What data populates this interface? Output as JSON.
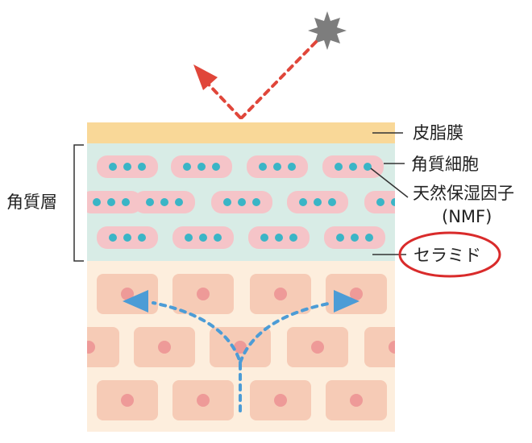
{
  "labels": {
    "sebum_film": "皮脂膜",
    "corneocyte": "角質細胞",
    "nmf_line1": "天然保湿因子",
    "nmf_line2": "(NMF)",
    "ceramide": "セラミド",
    "stratum_corneum": "角質層"
  },
  "colors": {
    "sebum": "#f9d898",
    "corneum_bg": "#d8ece6",
    "corneocyte_fill": "#f5c4c8",
    "nmf_dot": "#3ab5c6",
    "epidermis_bg": "#fdeedd",
    "cell_fill": "#f6cbb6",
    "nucleus": "#ee9a98",
    "red_arrow": "#e0463a",
    "blue_arrow": "#4c9cd6",
    "sun": "#7d7d7d",
    "ceramide_ring": "#d92b2b"
  },
  "icons": {
    "uv": "uv-burst-icon",
    "reflect_arrow": "red-arrow-head-icon",
    "moisture_arrows": "blue-arrow-head-icon"
  }
}
